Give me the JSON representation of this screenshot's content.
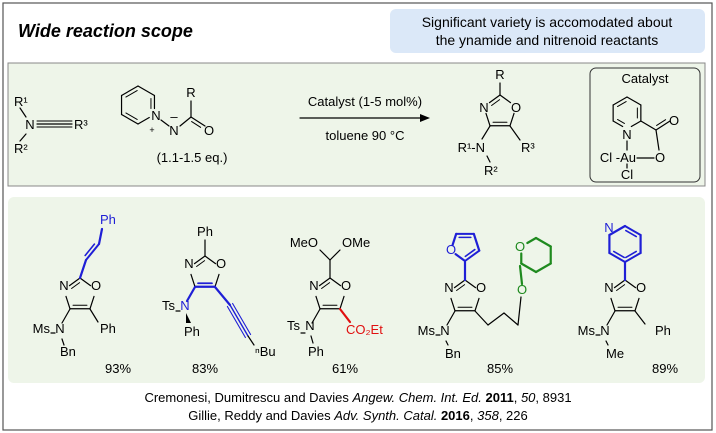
{
  "header": {
    "title": "Wide reaction scope",
    "callout_lines": [
      "Significant variety is accomodated  about",
      "the ynamide and nitrenoid reactants"
    ]
  },
  "reaction": {
    "ynamide": {
      "r1": "R¹",
      "n": "N",
      "r2": "R²",
      "r3": "R³"
    },
    "ylide": {
      "n_plus": "N",
      "plus": "+",
      "n_minus": "N",
      "minus": "–",
      "r": "R",
      "o": "O",
      "equiv": "(1.1-1.5 eq.)"
    },
    "conditions": {
      "above": "Catalyst (1-5 mol%)",
      "below": "toluene 90 °C"
    },
    "product": {
      "r": "R",
      "n": "N",
      "o": "O",
      "r1n": "R¹-N",
      "r2": "R²",
      "r3": "R³"
    },
    "catalyst": {
      "title": "Catalyst",
      "n": "N",
      "o_carbonyl": "O",
      "cl_au": "Cl -Au",
      "o": "O",
      "cl": "Cl"
    }
  },
  "scope": [
    {
      "yield": "93%",
      "ring_n": "N",
      "ring_o": "O",
      "c2": "Ph",
      "amide_group": "Ms",
      "amine_n": "N",
      "n_sub": "Bn",
      "c5": "Ph"
    },
    {
      "yield": "83%",
      "ring_n": "N",
      "ring_o": "O",
      "c2": "Ph",
      "amide_group": "Ts",
      "amine_n": "N",
      "n_sub": "Ph",
      "c5": "ⁿBu"
    },
    {
      "yield": "61%",
      "ring_n": "N",
      "ring_o": "O",
      "c2_a": "MeO",
      "c2_b": "OMe",
      "amide_group": "Ts",
      "amine_n": "N",
      "n_sub": "Ph",
      "c5": "CO₂Et"
    },
    {
      "yield": "85%",
      "ring_n": "N",
      "ring_o": "O",
      "furan_o": "O",
      "amide_group": "Ms",
      "amine_n": "N",
      "n_sub": "Bn",
      "chain_o": "O",
      "thp_o": "O"
    },
    {
      "yield": "89%",
      "ring_n": "N",
      "ring_o": "O",
      "pyridine_n": "N",
      "amide_group": "Ms",
      "amine_n": "N",
      "n_sub": "Me",
      "c5": "Ph"
    }
  ],
  "references": [
    [
      {
        "text": "Cremonesi, Dumitrescu and Davies ",
        "style": "normal"
      },
      {
        "text": "Angew. Chem. Int. Ed.",
        "style": "italic"
      },
      {
        "text": " ",
        "style": "normal"
      },
      {
        "text": "2011",
        "style": "bold"
      },
      {
        "text": ", ",
        "style": "normal"
      },
      {
        "text": "50",
        "style": "italic"
      },
      {
        "text": ", 8931",
        "style": "normal"
      }
    ],
    [
      {
        "text": "Gillie, Reddy and Davies ",
        "style": "normal"
      },
      {
        "text": "Adv. Synth. Catal.",
        "style": "italic"
      },
      {
        "text": " ",
        "style": "normal"
      },
      {
        "text": "2016",
        "style": "bold"
      },
      {
        "text": ", ",
        "style": "normal"
      },
      {
        "text": "358",
        "style": "italic"
      },
      {
        "text": ", 226",
        "style": "normal"
      }
    ]
  ],
  "colors": {
    "highlight_blue": "#1f1fd6",
    "highlight_red": "#e01010",
    "highlight_green": "#1f8a1f",
    "panel": "#eef5e9",
    "callout": "#dbe8f8"
  }
}
